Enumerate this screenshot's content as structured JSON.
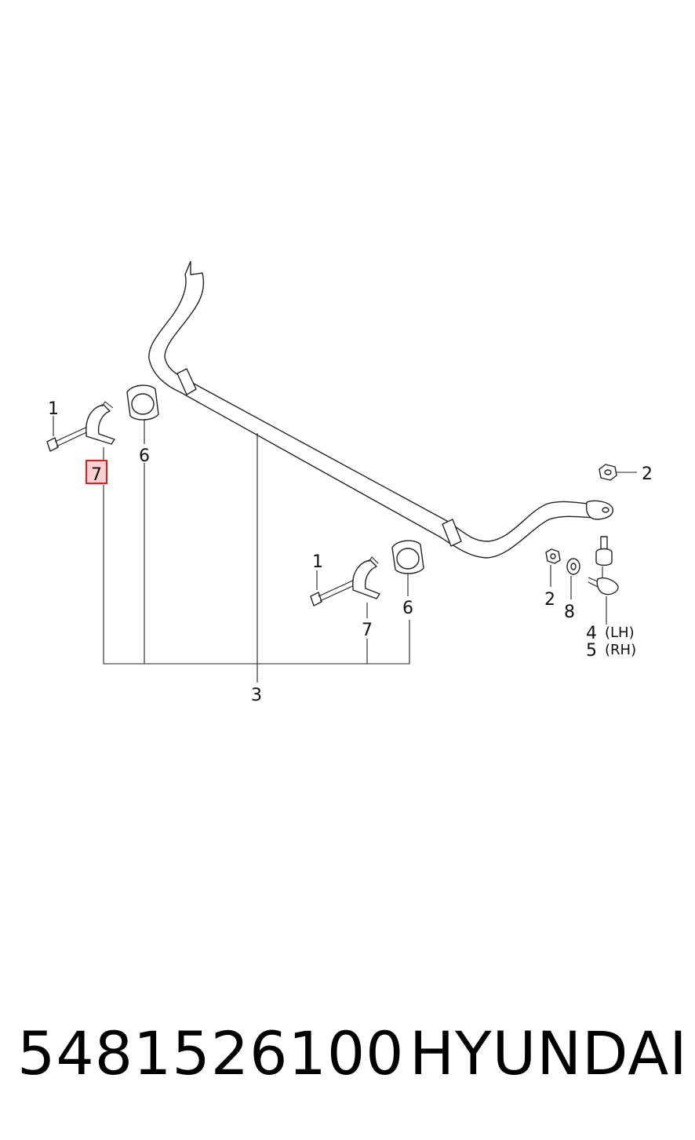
{
  "diagram": {
    "callouts": {
      "bolt_left": "1",
      "bolt_center": "1",
      "nut_top": "2",
      "nut_lower": "2",
      "bar": "3",
      "link_lh_num": "4",
      "link_lh_side": "(LH)",
      "link_rh_num": "5",
      "link_rh_side": "(RH)",
      "bushing_left": "6",
      "bushing_center": "6",
      "bracket_left": "7",
      "bracket_center": "7",
      "washer": "8"
    },
    "highlight_color": "#e02020"
  },
  "footer": {
    "part_number": "5481526100",
    "brand": "HYUNDAI"
  }
}
